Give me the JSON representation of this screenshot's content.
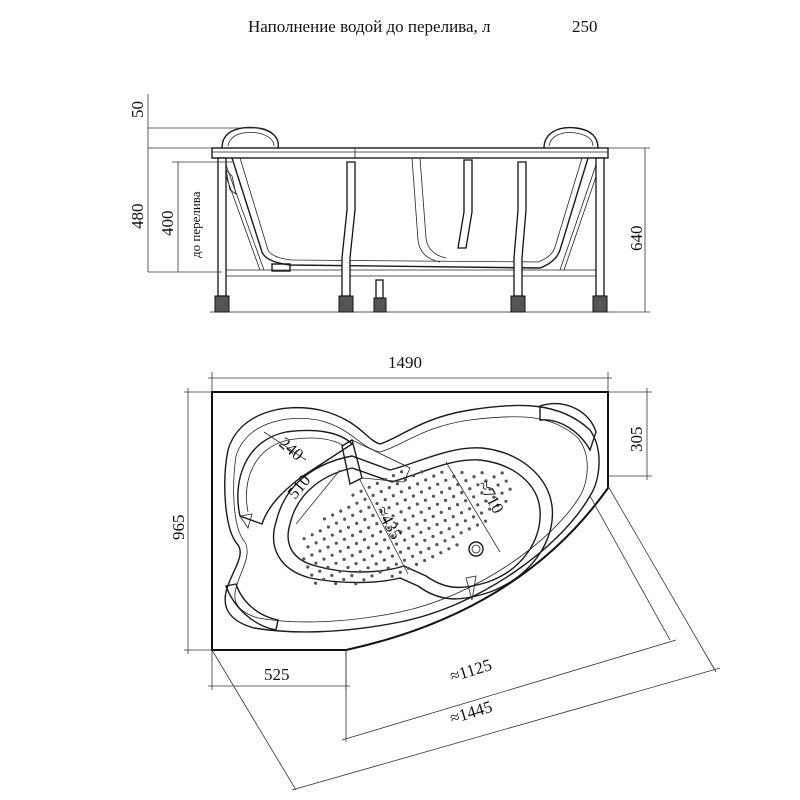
{
  "header": {
    "fill_label": "Наполнение водой до перелива, л",
    "fill_value": "250"
  },
  "side_view": {
    "dim_rim": "50",
    "dim_height_body": "480",
    "dim_to_overflow": "400",
    "dim_to_overflow_caption": "до перелива",
    "dim_total_height": "640"
  },
  "top_view": {
    "dim_width": "1490",
    "dim_depth": "965",
    "dim_right_edge": "305",
    "dim_headrest": "240",
    "dim_inner_width": "510",
    "dim_inner_diag": "≈435",
    "dim_inner_length": "≈710",
    "dim_bottom_left": "525",
    "dim_diag_inner": "≈1125",
    "dim_diag_outer": "≈1445"
  }
}
